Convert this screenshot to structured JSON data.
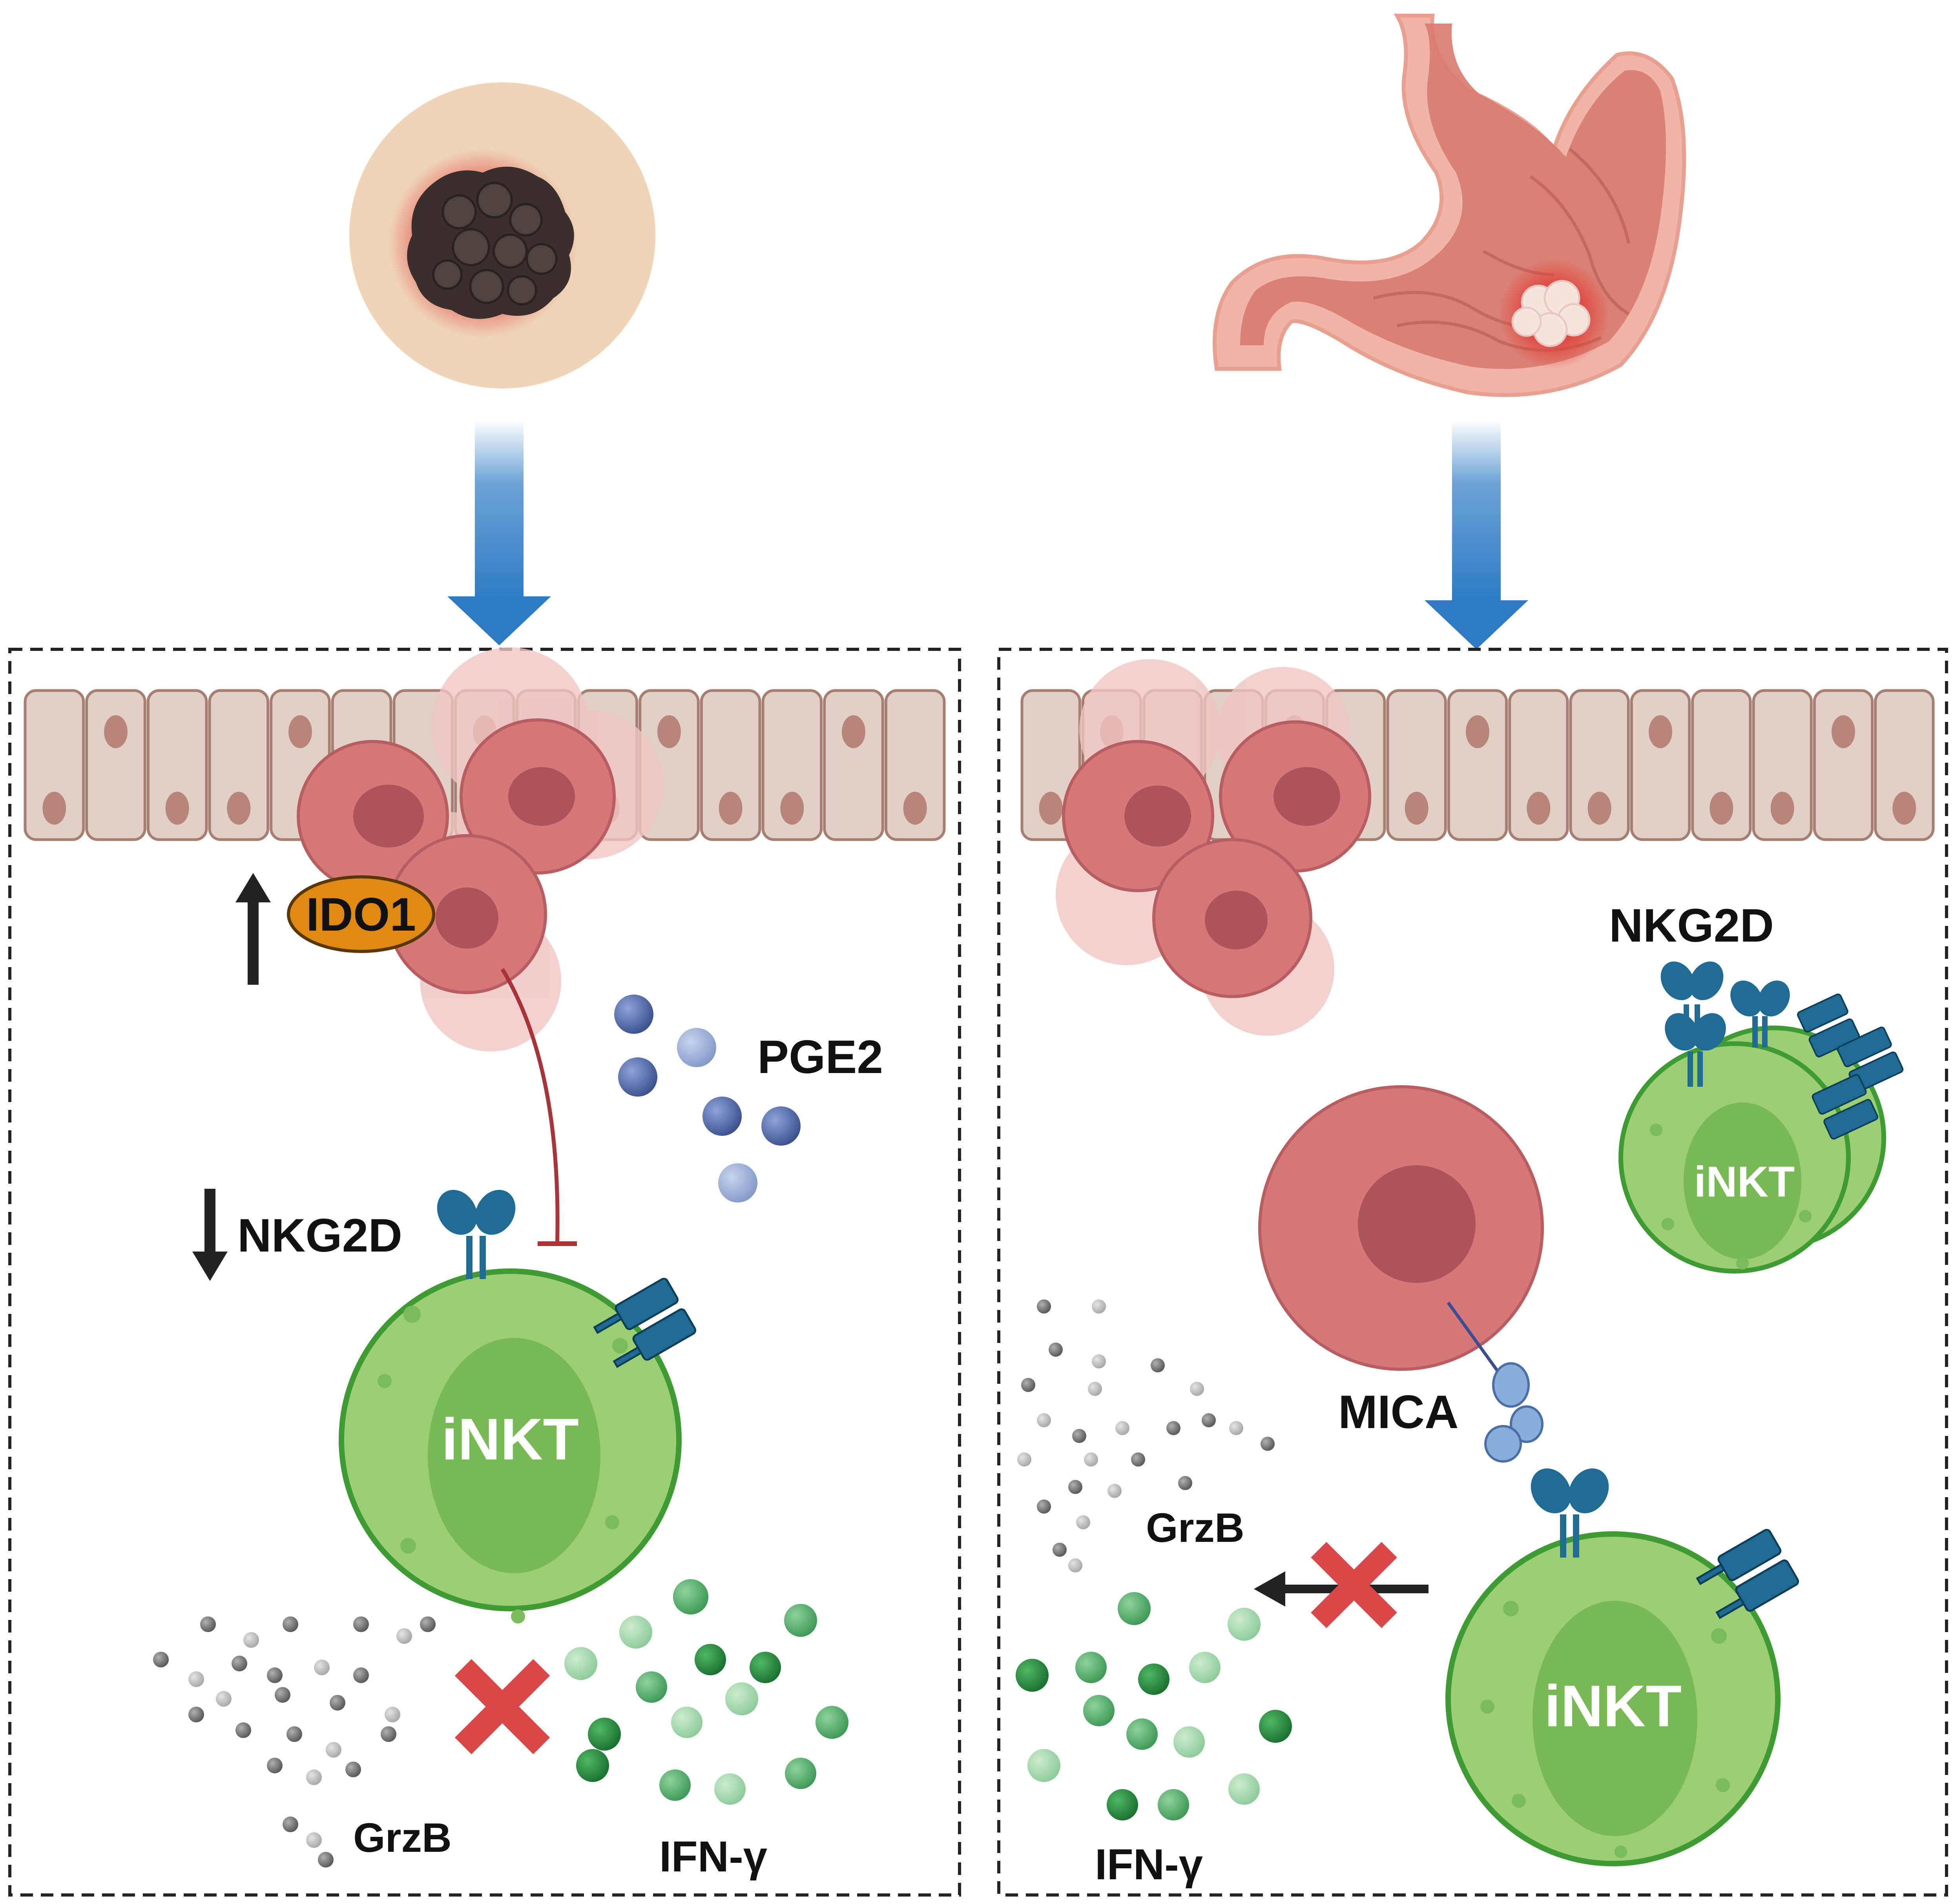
{
  "colors": {
    "skin": "#efd4b8",
    "melanoma": "#3a2f2c",
    "stomach_outer": "#f0b4a8",
    "stomach_inner": "#d87a6e",
    "gastric_tumor": "#f6e4de",
    "arrow_blue": "#2e7bc4",
    "epithelium": "#e2cfc6",
    "epithelium_nucleus": "#b8857a",
    "tumor_cell": "#d6787a",
    "tumor_nucleus": "#ad5459",
    "inkt_cell": "#9ccf74",
    "inkt_border": "#3f9b34",
    "inkt_nucleus": "#78b955",
    "receptor": "#1f6b94",
    "ido1_fill": "#e08a12",
    "inhibition_line": "#a8343a",
    "pge2": "#4a5e9e",
    "grzb": "#8a8a8a",
    "ifn_gamma": "#4caa66",
    "block_x": "#d84848",
    "mica": "#8aaedc"
  },
  "left_panel": {
    "ido1_label": "IDO1",
    "pge2_label": "PGE2",
    "nkg2d_label": "NKG2D",
    "inkt_label": "iNKT",
    "grzb_label": "GrzB",
    "ifn_label": "IFN-γ",
    "up_arrow_icon": "up-arrow-icon",
    "down_arrow_icon": "down-arrow-icon",
    "block_icon": "x-mark-icon"
  },
  "right_panel": {
    "nkg2d_label": "NKG2D",
    "inkt_label_top": "iNKT",
    "inkt_label_bottom": "iNKT",
    "mica_label": "MICA",
    "grzb_label": "GrzB",
    "ifn_label": "IFN-γ",
    "block_icon": "x-mark-icon"
  }
}
